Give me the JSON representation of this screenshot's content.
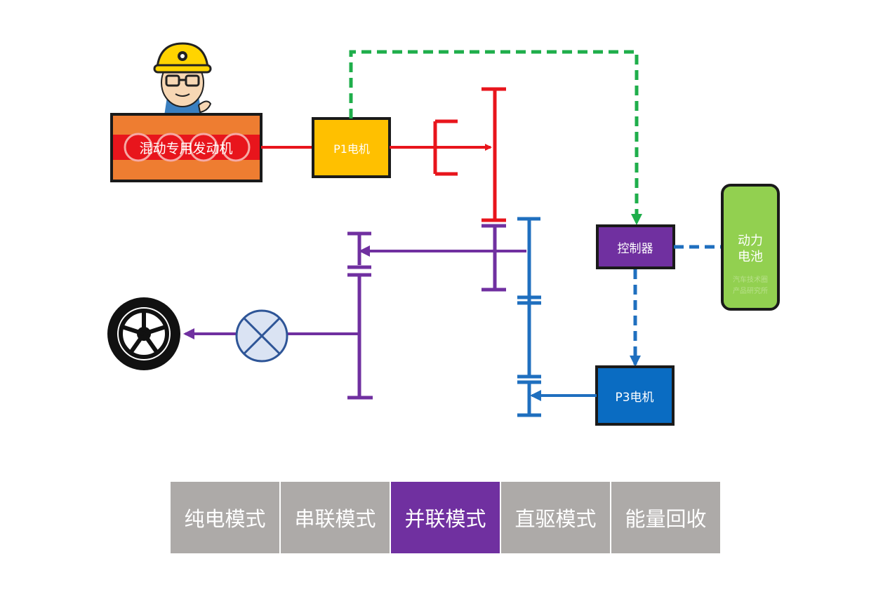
{
  "colors": {
    "engine_path": "#e8151c",
    "motor_path": "#1f6fbf",
    "output_path": "#7030a0",
    "control_signal": "#1fae4b",
    "engine_fill": "#ee7d31",
    "p1_fill": "#ffc000",
    "controller_fill": "#7030a0",
    "battery_fill": "#92d050",
    "p3_fill": "#0a6cc2",
    "tab_active": "#7030a0",
    "tab_inactive": "#adaaa8"
  },
  "diagram": {
    "engine_label": "混动专用发动机",
    "p1_motor_label": "P1电机",
    "controller_label": "控制器",
    "battery_label_line1": "动力",
    "battery_label_line2": "电池",
    "battery_watermark_line1": "汽车技术圈",
    "battery_watermark_line2": "产品研究所",
    "p3_motor_label": "P3电机",
    "wheel_icon": "wheel-icon",
    "mascot_icon": "engineer-mascot-icon",
    "differential_icon": "differential-icon"
  },
  "mode_tabs": {
    "active_index": 2,
    "items": [
      {
        "label": "纯电模式"
      },
      {
        "label": "串联模式"
      },
      {
        "label": "并联模式"
      },
      {
        "label": "直驱模式"
      },
      {
        "label": "能量回收"
      }
    ]
  }
}
